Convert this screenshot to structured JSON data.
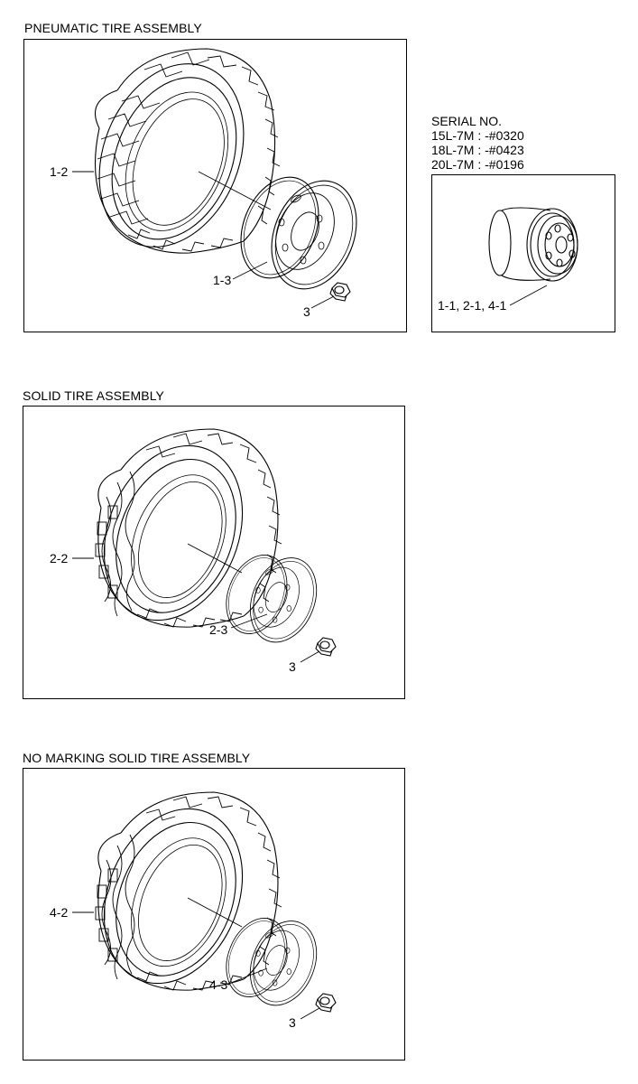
{
  "sections": [
    {
      "title": "PNEUMATIC TIRE ASSEMBLY",
      "labels": {
        "tire": "1-2",
        "rim": "1-3",
        "nut": "3"
      }
    },
    {
      "title": "SOLID TIRE ASSEMBLY",
      "labels": {
        "tire": "2-2",
        "rim": "2-3",
        "nut": "3"
      }
    },
    {
      "title": "NO MARKING SOLID TIRE ASSEMBLY",
      "labels": {
        "tire": "4-2",
        "rim": "4-3",
        "nut": "3"
      }
    }
  ],
  "serial": {
    "heading": "SERIAL NO.",
    "lines": [
      "15L-7M : -#0320",
      "18L-7M : -#0423",
      "20L-7M : -#0196"
    ],
    "wheel_label": "1-1, 2-1, 4-1"
  }
}
